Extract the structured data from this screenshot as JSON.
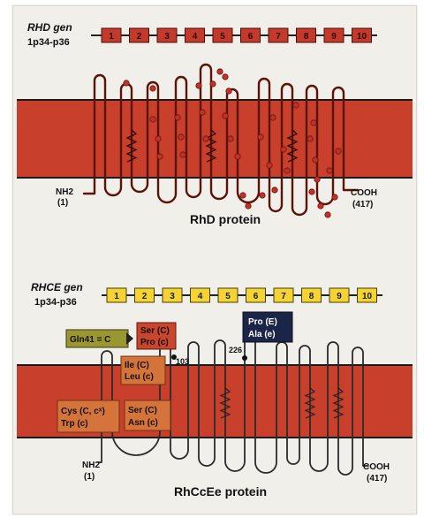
{
  "top_panel": {
    "gene_name": "RHD gen",
    "locus": "1p34-p36",
    "exons": [
      "1",
      "2",
      "3",
      "4",
      "5",
      "6",
      "7",
      "8",
      "9",
      "10"
    ],
    "exon_color": "#c43a2a",
    "membrane_color": "#c8402b",
    "n_term_label": "NH2",
    "n_term_position": "(1)",
    "c_term_label": "COOH",
    "c_term_position": "(417)",
    "protein_name": "RhD protein"
  },
  "bottom_panel": {
    "gene_name": "RHCE gen",
    "locus": "1p34-p36",
    "exons": [
      "1",
      "2",
      "3",
      "4",
      "5",
      "6",
      "7",
      "8",
      "9",
      "10"
    ],
    "exon_color": "#f3d433",
    "membrane_color": "#c8402b",
    "variant_boxes": [
      {
        "id": "gln41",
        "text": "Gln41 = C",
        "color": "#9a9630"
      },
      {
        "id": "ser-pro",
        "line1": "Ser (C)",
        "line2": "Pro (c)",
        "color": "#c9452c"
      },
      {
        "id": "ile-leu",
        "line1": "Ile (C)",
        "line2": "Leu (c)",
        "color": "#d4743a"
      },
      {
        "id": "cys-trp",
        "line1": "Cys (C, cˣ)",
        "line2": "Trp (c)",
        "color": "#d4743a"
      },
      {
        "id": "ser-asn",
        "line1": "Ser (C)",
        "line2": "Asn (c)",
        "color": "#d4743a"
      },
      {
        "id": "pro-ala",
        "line1": "Pro (E)",
        "line2": "Ala (e)",
        "color": "#1a2547"
      }
    ],
    "residue_103": "103",
    "residue_226": "226",
    "n_term_label": "NH2",
    "n_term_position": "(1)",
    "c_term_label": "COOH",
    "c_term_position": "(417)",
    "protein_name": "RhCcEe protein"
  }
}
